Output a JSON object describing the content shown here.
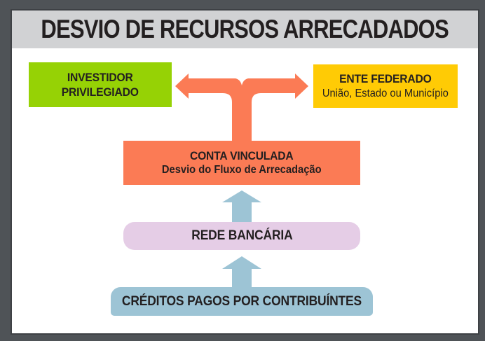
{
  "colors": {
    "frame": "#4F5357",
    "header_bg": "#D1D2D4",
    "panel_bg": "#FFFFFF",
    "text": "#231F20",
    "box_green": "#96D205",
    "box_yellow": "#FFCB05",
    "box_orange": "#FB7B55",
    "box_lavender": "#E5CDE6",
    "box_blue": "#9DC4D5",
    "arrow_orange": "#FB7B55",
    "arrow_blue": "#9DC4D5"
  },
  "header": {
    "title": "DESVIO DE RECURSOS ARRECADADOS"
  },
  "boxes": {
    "investidor": {
      "line1": "INVESTIDOR",
      "line2": "PRIVILEGIADO"
    },
    "ente_federado": {
      "line1": "ENTE FEDERADO",
      "line2": "União, Estado ou Município"
    },
    "conta_vinculada": {
      "line1": "CONTA VINCULADA",
      "line2": "Desvio do Fluxo de Arrecadação"
    },
    "rede_bancaria": {
      "line1": "REDE BANCÁRIA"
    },
    "creditos": {
      "line1": "CRÉDITOS PAGOS POR CONTRIBUÍNTES"
    }
  }
}
